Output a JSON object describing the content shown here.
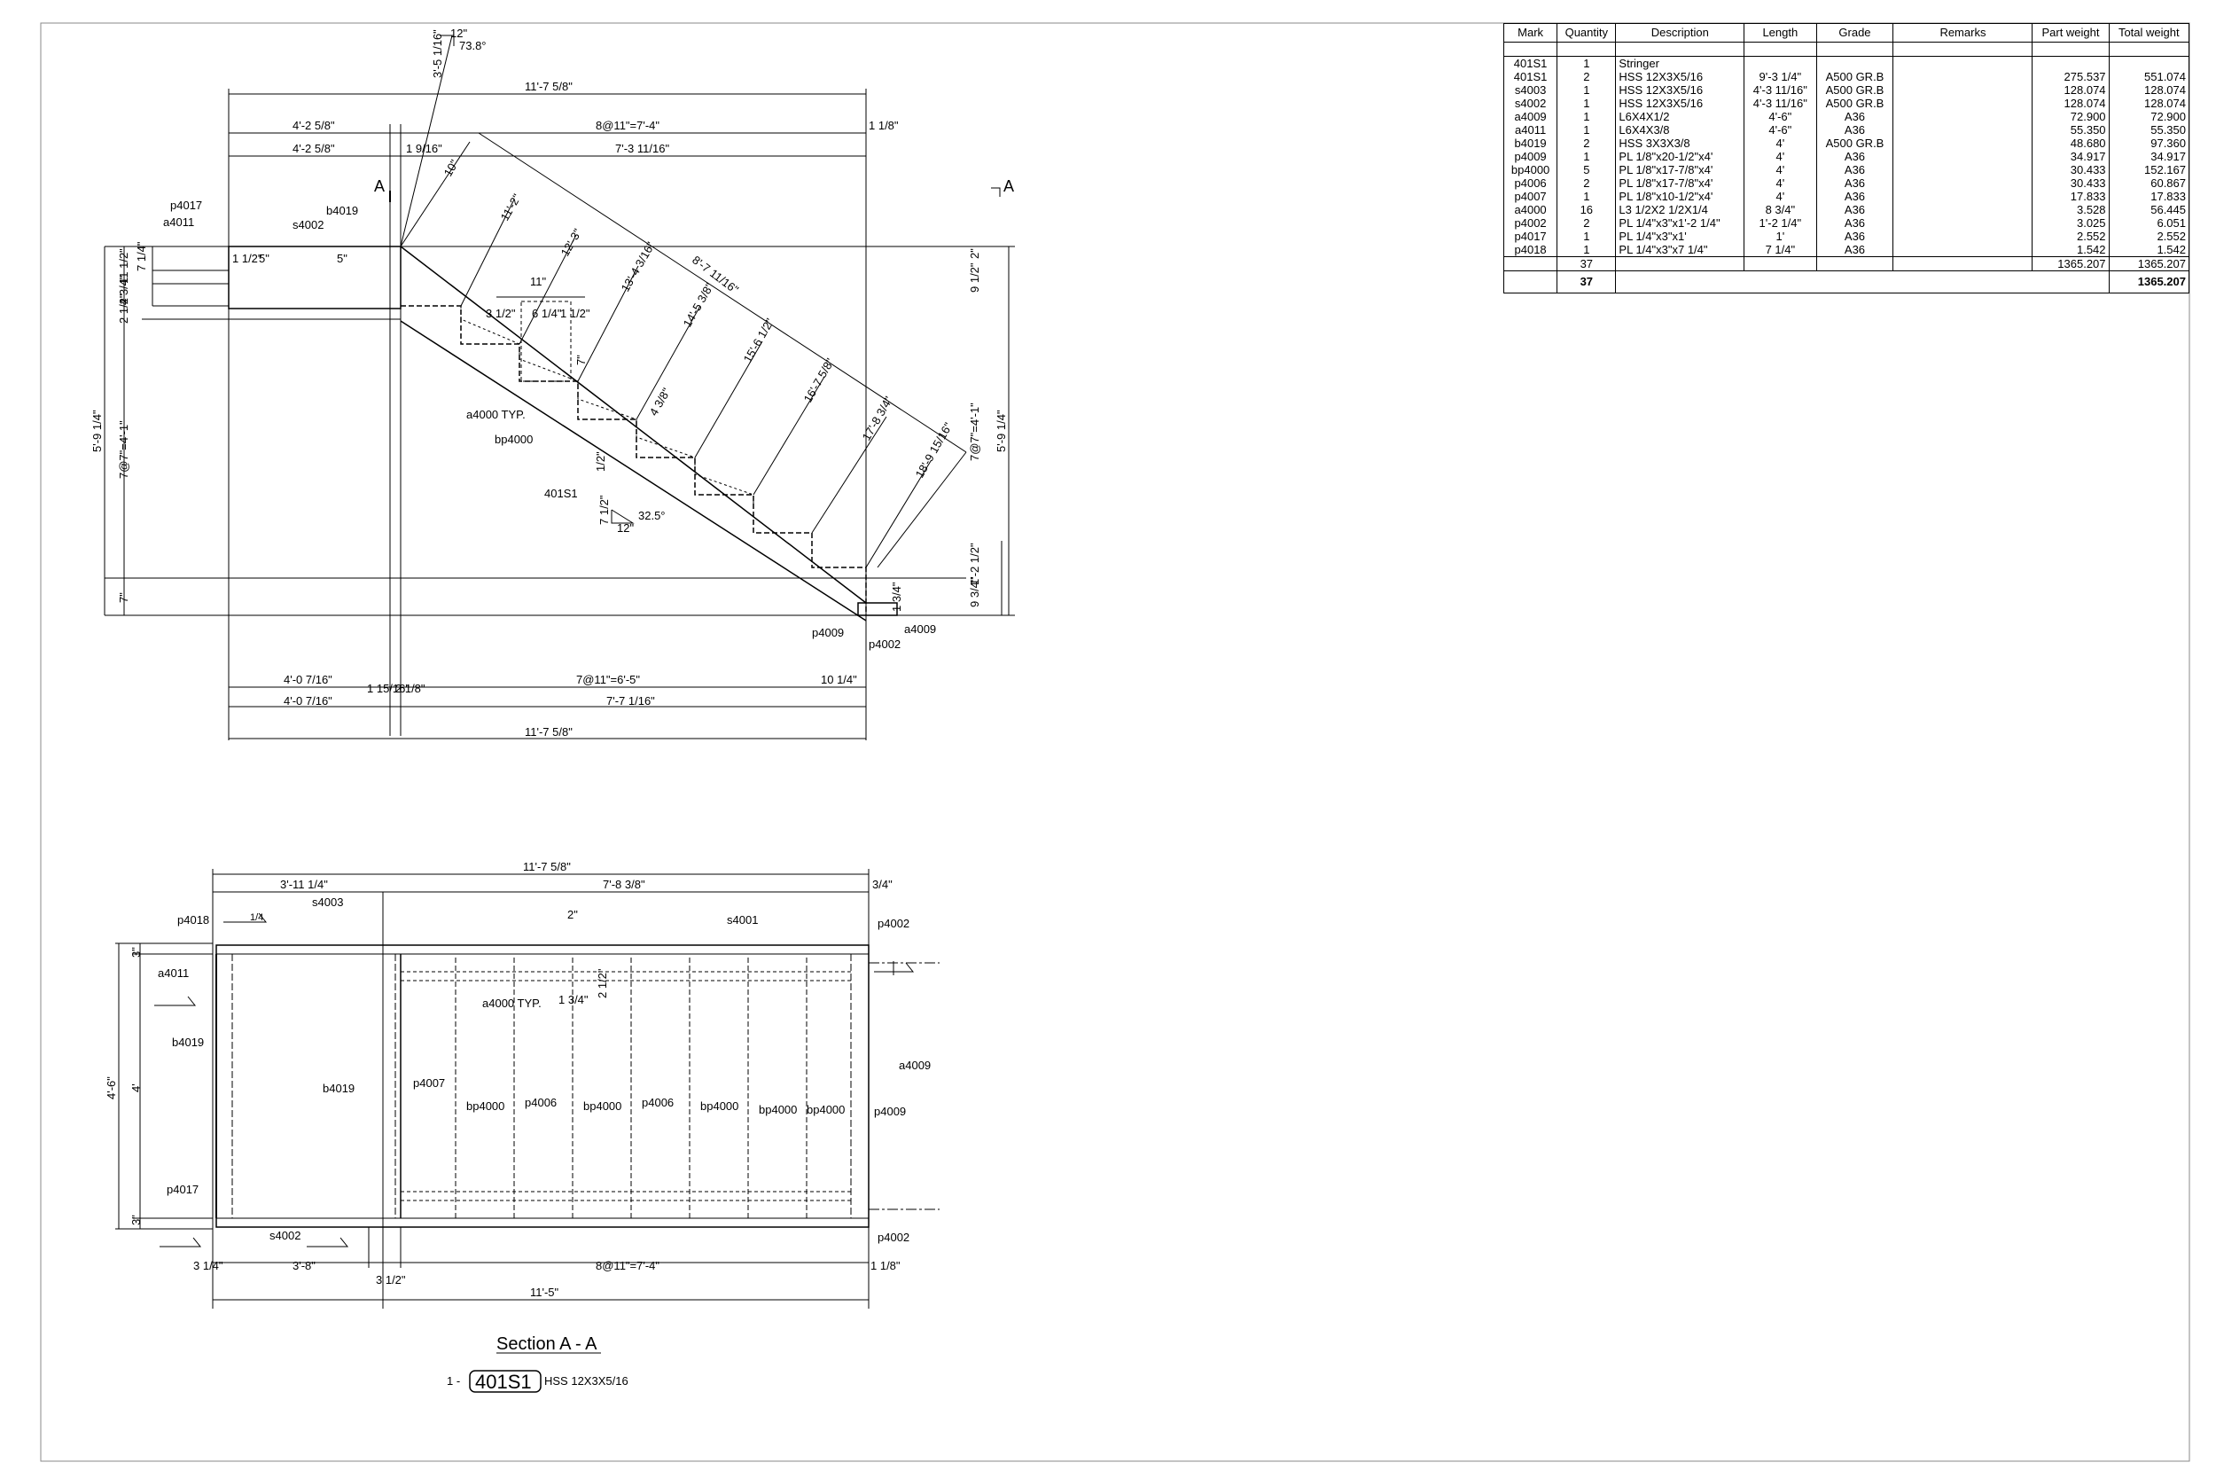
{
  "bom": {
    "headers": [
      "Mark",
      "Quantity",
      "Description",
      "Length",
      "Grade",
      "Remarks",
      "Part weight",
      "Total weight"
    ],
    "rows": [
      [
        "401S1",
        "1",
        "Stringer",
        "",
        "",
        "",
        "",
        ""
      ],
      [
        "401S1",
        "2",
        "HSS 12X3X5/16",
        "9'-3 1/4\"",
        "A500 GR.B",
        "",
        "275.537",
        "551.074"
      ],
      [
        "s4003",
        "1",
        "HSS 12X3X5/16",
        "4'-3 11/16\"",
        "A500 GR.B",
        "",
        "128.074",
        "128.074"
      ],
      [
        "s4002",
        "1",
        "HSS 12X3X5/16",
        "4'-3 11/16\"",
        "A500 GR.B",
        "",
        "128.074",
        "128.074"
      ],
      [
        "a4009",
        "1",
        "L6X4X1/2",
        "4'-6\"",
        "A36",
        "",
        "72.900",
        "72.900"
      ],
      [
        "a4011",
        "1",
        "L6X4X3/8",
        "4'-6\"",
        "A36",
        "",
        "55.350",
        "55.350"
      ],
      [
        "b4019",
        "2",
        "HSS 3X3X3/8",
        "4'",
        "A500 GR.B",
        "",
        "48.680",
        "97.360"
      ],
      [
        "p4009",
        "1",
        "PL 1/8\"x20-1/2\"x4'",
        "4'",
        "A36",
        "",
        "34.917",
        "34.917"
      ],
      [
        "bp4000",
        "5",
        "PL 1/8\"x17-7/8\"x4'",
        "4'",
        "A36",
        "",
        "30.433",
        "152.167"
      ],
      [
        "p4006",
        "2",
        "PL 1/8\"x17-7/8\"x4'",
        "4'",
        "A36",
        "",
        "30.433",
        "60.867"
      ],
      [
        "p4007",
        "1",
        "PL 1/8\"x10-1/2\"x4'",
        "4'",
        "A36",
        "",
        "17.833",
        "17.833"
      ],
      [
        "a4000",
        "16",
        "L3 1/2X2 1/2X1/4",
        "8 3/4\"",
        "A36",
        "",
        "3.528",
        "56.445"
      ],
      [
        "p4002",
        "2",
        "PL 1/4\"x3\"x1'-2 1/4\"",
        "1'-2 1/4\"",
        "A36",
        "",
        "3.025",
        "6.051"
      ],
      [
        "p4017",
        "1",
        "PL 1/4\"x3\"x1'",
        "1'",
        "A36",
        "",
        "2.552",
        "2.552"
      ],
      [
        "p4018",
        "1",
        "PL 1/4\"x3\"x7 1/4\"",
        "7 1/4\"",
        "A36",
        "",
        "1.542",
        "1.542"
      ]
    ],
    "subtotal_qty": "37",
    "subtotal_part": "1365.207",
    "subtotal_total": "1365.207",
    "grand_qty": "37",
    "grand_total": "1365.207"
  },
  "elevation": {
    "slope_top": "12\"",
    "slope_angle": "73.8°",
    "slope_rise": "3'-5 1/16\"",
    "dim_overall_top": "11'-7 5/8\"",
    "dim_landing": "4'-2 5/8\"",
    "dim_run": "8@11\"=7'-4\"",
    "dim_end": "1 1/8\"",
    "dim_landing2": "4'-2 5/8\"",
    "dim_gap": "1 9/16\"",
    "dim_run2": "7'-3 11/16\"",
    "section_mark_left": "A",
    "section_mark_right": "A",
    "diag_dims": [
      "10\"",
      "11'-2\"",
      "12'-3\"",
      "13'-4 3/16\"",
      "14'-5 3/8\"",
      "15'-6 1/2\"",
      "16'-7 5/8\"",
      "17'-8 3/4\"",
      "18'-9 15/16\"",
      "8'-7 11/16\""
    ],
    "tread": "11\"",
    "tread_a": "3 1/2\"",
    "tread_b": "6 1/4\"",
    "tread_c": "1 1/2\"",
    "riser": "7\"",
    "note_4": "4 3/8\"",
    "labels": {
      "p4017": "p4017",
      "a4011": "a4011",
      "s4002": "s4002",
      "b4019": "b4019",
      "a4000": "a4000 TYP.",
      "bp4000": "bp4000",
      "s401": "401S1",
      "p4009": "p4009",
      "p4002": "p4002",
      "a4009": "a4009"
    },
    "slope_run": "12\"",
    "slope_rise2": "7 1/2\"",
    "slope_angle2": "32.5°",
    "left_dims": [
      "11 1/2\"",
      "7 1/4\"",
      "4 3/4\"",
      "2 1/2\"",
      "5'-9 1/4\"",
      "7@7\"=4'-1\"",
      "7\""
    ],
    "right_dims": [
      "2\"",
      "9 1/2\"",
      "7@7\"=4'-1\"",
      "5'-9 1/4\"",
      "1'-2 1/2\"",
      "9 3/4\""
    ],
    "small_dims": [
      "1 1/2\"",
      "5\"",
      "5\"",
      "1/2\"",
      "1 3/4\""
    ],
    "bottom_dims": [
      "4'-0 7/16\"",
      "7@11\"=6'-5\"",
      "10 1/4\"",
      "1 15/16\"",
      "2 1/8\"",
      "4'-0 7/16\"",
      "7'-7 1/16\"",
      "11'-7 5/8\""
    ]
  },
  "plan": {
    "dim_top": "11'-7 5/8\"",
    "dim_left": "3'-11 1/4\"",
    "dim_right": "7'-8 3/8\"",
    "dim_end": "3/4\"",
    "dim_2": "2\"",
    "dim_1": "1 3/4\"",
    "dim_2b": "2 1/2\"",
    "left_dims": [
      "3\"",
      "4'-6\"",
      "4'",
      "3\""
    ],
    "weld": "1/4",
    "labels": [
      "p4018",
      "s4003",
      "s4001",
      "p4002",
      "a4011",
      "a4000 TYP.",
      "b4019",
      "b4019",
      "p4007",
      "bp4000",
      "p4006",
      "bp4000",
      "p4006",
      "bp4000",
      "bp4000",
      "bp4000",
      "a4009",
      "p4009",
      "p4017",
      "s4002",
      "p4002"
    ],
    "bottom_dims": [
      "3 1/4\"",
      "3'-8\"",
      "3 1/2\"",
      "8@11\"=7'-4\"",
      "1 1/8\"",
      "11'-5\""
    ]
  },
  "section_title": "Section A - A",
  "part_prefix": "1 -",
  "part_mark": "401S1",
  "part_desc": "HSS 12X3X5/16"
}
